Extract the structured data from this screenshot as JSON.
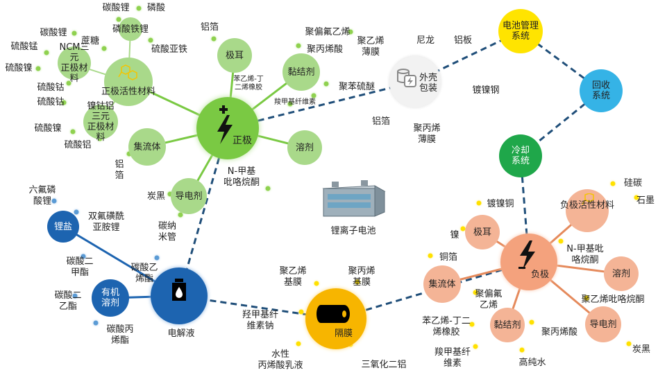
{
  "cathode": {
    "title": "正极",
    "active_material": "正极活性材料",
    "ncm": "NCM三元\n正极材料",
    "nca": "镍钴铝三元\n正极材料",
    "lfp": "磷酸铁锂",
    "collector": "集流体",
    "tab": "极耳",
    "binder": "黏结剂",
    "solvent": "溶剂",
    "conductive": "导电剂",
    "nmp": "N-甲基\n吡咯烷酮",
    "raw_lithium_carbonate_1": "碳酸锂",
    "raw_phosphoric_acid": "磷酸",
    "raw_lithium_carbonate_2": "碳酸锂",
    "raw_sucrose": "蔗糖",
    "raw_ferrous_sulfate": "硫酸亚铁",
    "raw_manganese_sulfate": "硫酸锰",
    "raw_nickel_sulfate_1": "硫酸镍",
    "raw_cobalt_sulfate_1": "硫酸钴",
    "raw_cobalt_sulfate_2": "硫酸钴",
    "raw_nickel_sulfate_2": "硫酸镍",
    "raw_aluminum_sulfate": "硫酸铝",
    "al_foil_tab": "铝箔",
    "al_foil_collector": "铝\n箔",
    "pvdf": "聚偏氟乙烯",
    "paa": "聚丙烯酸",
    "sbr": "苯乙烯-丁\n二烯橡胶",
    "cmc": "羧甲基纤维素",
    "carbon_black": "炭黑",
    "cnt": "碳纳\n米管"
  },
  "shell": {
    "title": "外壳\n包装",
    "pe_film": "聚乙烯\n薄膜",
    "nylon": "尼龙",
    "al_plate": "铝板",
    "pps": "聚苯硫醚",
    "ni_steel": "镀镍钢",
    "al_foil": "铝箔",
    "pp_film": "聚丙烯\n薄膜"
  },
  "bms": "电池管理\n系统",
  "recycle": "回收\n系统",
  "cooling": "冷却\n系统",
  "battery_label": "锂离子电池",
  "electrolyte": {
    "title": "电解液",
    "salt": "锂盐",
    "lipf6": "六氟磷\n酸锂",
    "lifsi": "双氟磺酰\n亚胺锂",
    "solvent": "有机\n溶剂",
    "dmc": "碳酸二\n甲酯",
    "ec": "碳酸乙\n烯酯",
    "dec": "碳酸二\n乙酯",
    "pc": "碳酸丙\n烯酯"
  },
  "separator": {
    "title": "隔膜",
    "pe": "聚乙烯\n基膜",
    "pp": "聚丙烯\n基膜",
    "cmc_na": "羟甲基纤\n维素钠",
    "acrylic": "水性\n丙烯酸乳液",
    "alumina": "三氧化二铝"
  },
  "anode": {
    "title": "负极",
    "tab": "极耳",
    "active_material": "负极活性材料",
    "nmp": "N-甲基吡\n咯烷酮",
    "solvent": "溶剂",
    "conductive": "导电剂",
    "binder": "黏结剂",
    "collector": "集流体",
    "ni_copper": "镀镍铜",
    "nickel": "镍",
    "silicon_carbon": "硅碳",
    "graphite": "石墨",
    "copper_foil": "铜箔",
    "pvdf": "聚偏氟\n乙烯",
    "sbr": "苯乙烯-丁二\n烯橡胶",
    "paa": "聚丙烯酸",
    "cmc": "羧甲基纤\n维素",
    "pure_water": "高纯水",
    "pvp": "聚乙烯吡咯烷酮",
    "carbon_black": "炭黑"
  },
  "colors": {
    "cathode_main": "#7ac943",
    "cathode_sub": "#a9d98a",
    "anode_main": "#f4a27d",
    "anode_sub": "#f4b496",
    "electrolyte": "#1d64b0",
    "separator": "#f7b500",
    "bms": "#ffe400",
    "recycle": "#35b3e6",
    "cooling": "#1fa74a",
    "shell": "#f2f2f2",
    "link_dashed": "#1f4e79"
  }
}
